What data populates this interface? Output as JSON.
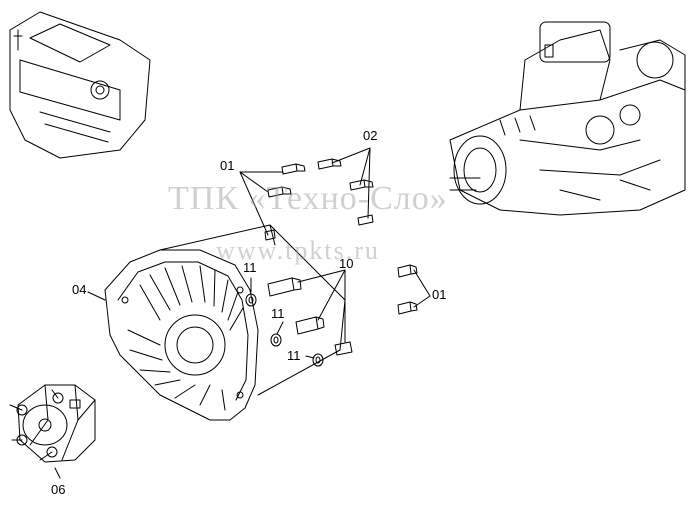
{
  "watermark": {
    "title": "ТПК «Техно-Сло»",
    "url": "www.tpkts.ru"
  },
  "callouts": {
    "c01_upper": "01",
    "c02": "02",
    "c04": "04",
    "c11_a": "11",
    "c10": "10",
    "c01_right": "01",
    "c11_b": "11",
    "c11_c": "11",
    "c06": "06"
  }
}
